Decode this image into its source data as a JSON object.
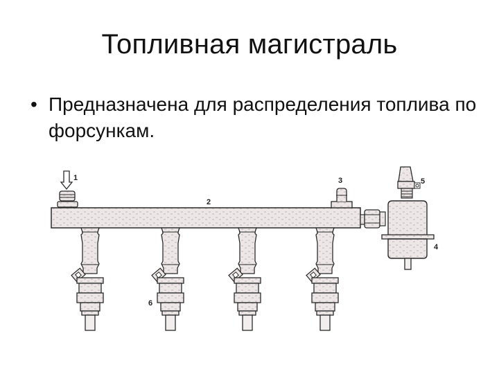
{
  "slide": {
    "title": "Топливная магистраль",
    "bullets": [
      {
        "text": "Предназначена для распределения топлива по форсункам."
      }
    ]
  },
  "diagram": {
    "description": "Fuel rail with four injectors and fuel pressure regulator",
    "labels": {
      "inlet": "1",
      "rail": "2",
      "test_port": "3",
      "pressure_regulator": "4",
      "vacuum_fitting": "5",
      "injector": "6"
    },
    "colors": {
      "stroke": "#2a2a2a",
      "fill": "#ece6e6",
      "texture": "#cfc6c8"
    },
    "injector_count": 4
  }
}
